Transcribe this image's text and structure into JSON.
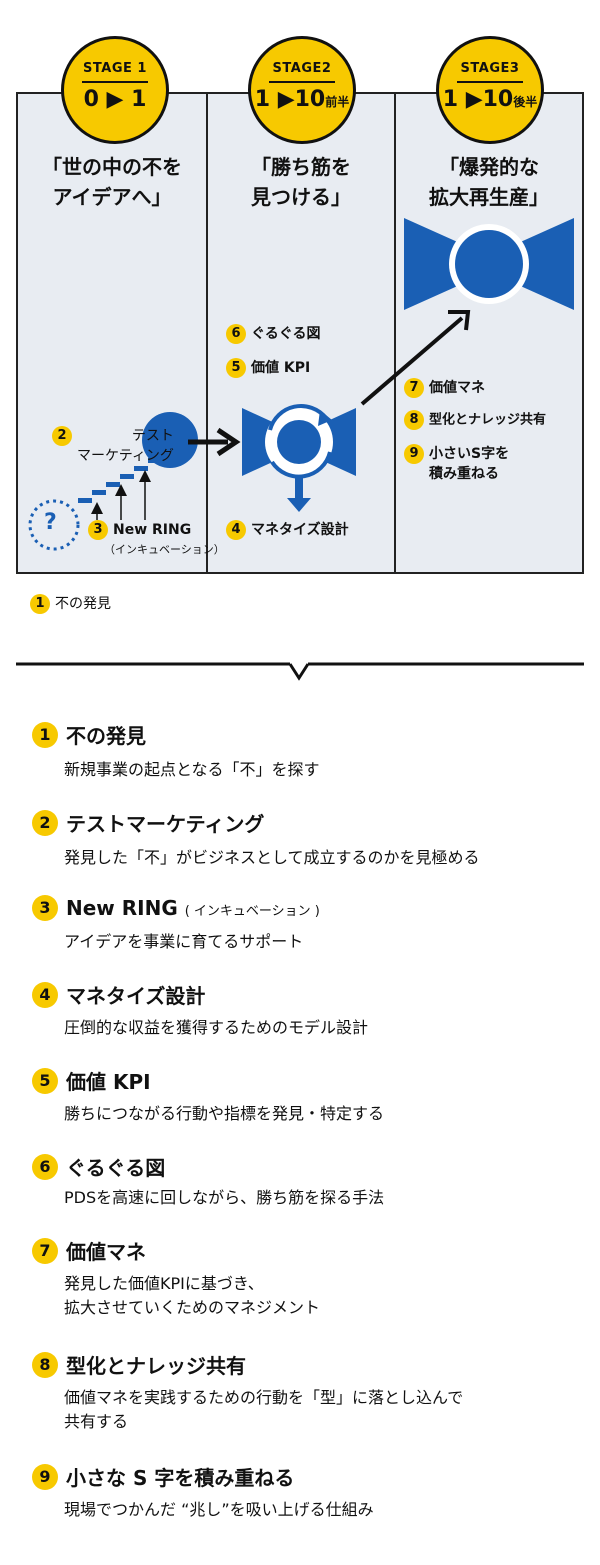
{
  "stages": [
    {
      "stage": "STAGE 1",
      "range": "0 ▶ 1",
      "range_sub": "",
      "headline": "「世の中の不を\nアイデアへ」"
    },
    {
      "stage": "STAGE2",
      "range": "1 ▶10",
      "range_sub": "前半",
      "headline": "「勝ち筋を\n見つける」"
    },
    {
      "stage": "STAGE3",
      "range": "1 ▶10",
      "range_sub": "後半",
      "headline": "「爆発的な\n拡大再生産」"
    }
  ],
  "diagram_labels": {
    "test_marketing": "テスト\nマーケティング",
    "question": "?",
    "new_ring": "New RING",
    "new_ring_sub": "（インキュベーション）",
    "monetize": "マネタイズ設計",
    "guruguru": "ぐるぐる図",
    "kpi": "価値 KPI",
    "kachi_mane": "価値マネ",
    "katachi": "型化とナレッジ共有",
    "small_s": "小さいS字を\n積み重ねる",
    "bottom_note": "不の発見"
  },
  "numbers": [
    "1",
    "2",
    "3",
    "4",
    "5",
    "6",
    "7",
    "8",
    "9"
  ],
  "items": [
    {
      "n": "1",
      "title": "不の発見",
      "sub": "",
      "desc": "新規事業の起点となる「不」を探す"
    },
    {
      "n": "2",
      "title": "テストマーケティング",
      "sub": "",
      "desc": "発見した「不」がビジネスとして成立するのかを見極める"
    },
    {
      "n": "3",
      "title": "New RING ",
      "sub": "( インキュベーション )",
      "desc": "アイデアを事業に育てるサポート"
    },
    {
      "n": "4",
      "title": "マネタイズ設計",
      "sub": "",
      "desc": "圧倒的な収益を獲得するためのモデル設計"
    },
    {
      "n": "5",
      "title": "価値 KPI",
      "sub": "",
      "desc": "勝ちにつながる行動や指標を発見・特定する"
    },
    {
      "n": "6",
      "title": "ぐるぐる図",
      "sub": "",
      "desc": "PDSを高速に回しながら、勝ち筋を探る手法"
    },
    {
      "n": "7",
      "title": "価値マネ",
      "sub": "",
      "desc": "発見した価値KPIに基づき、\n拡大させていくためのマネジメント"
    },
    {
      "n": "8",
      "title": "型化とナレッジ共有",
      "sub": "",
      "desc": "価値マネを実践するための行動を「型」に落とし込んで\n共有する"
    },
    {
      "n": "9",
      "title": "小さな S 字を積み重ねる",
      "sub": "",
      "desc": "現場でつかんだ “兆し”を吸い上げる仕組み"
    }
  ],
  "colors": {
    "accent": "#f7c900",
    "blue": "#1a5fb4",
    "panel": "#e8ecf2",
    "line": "#222222"
  }
}
